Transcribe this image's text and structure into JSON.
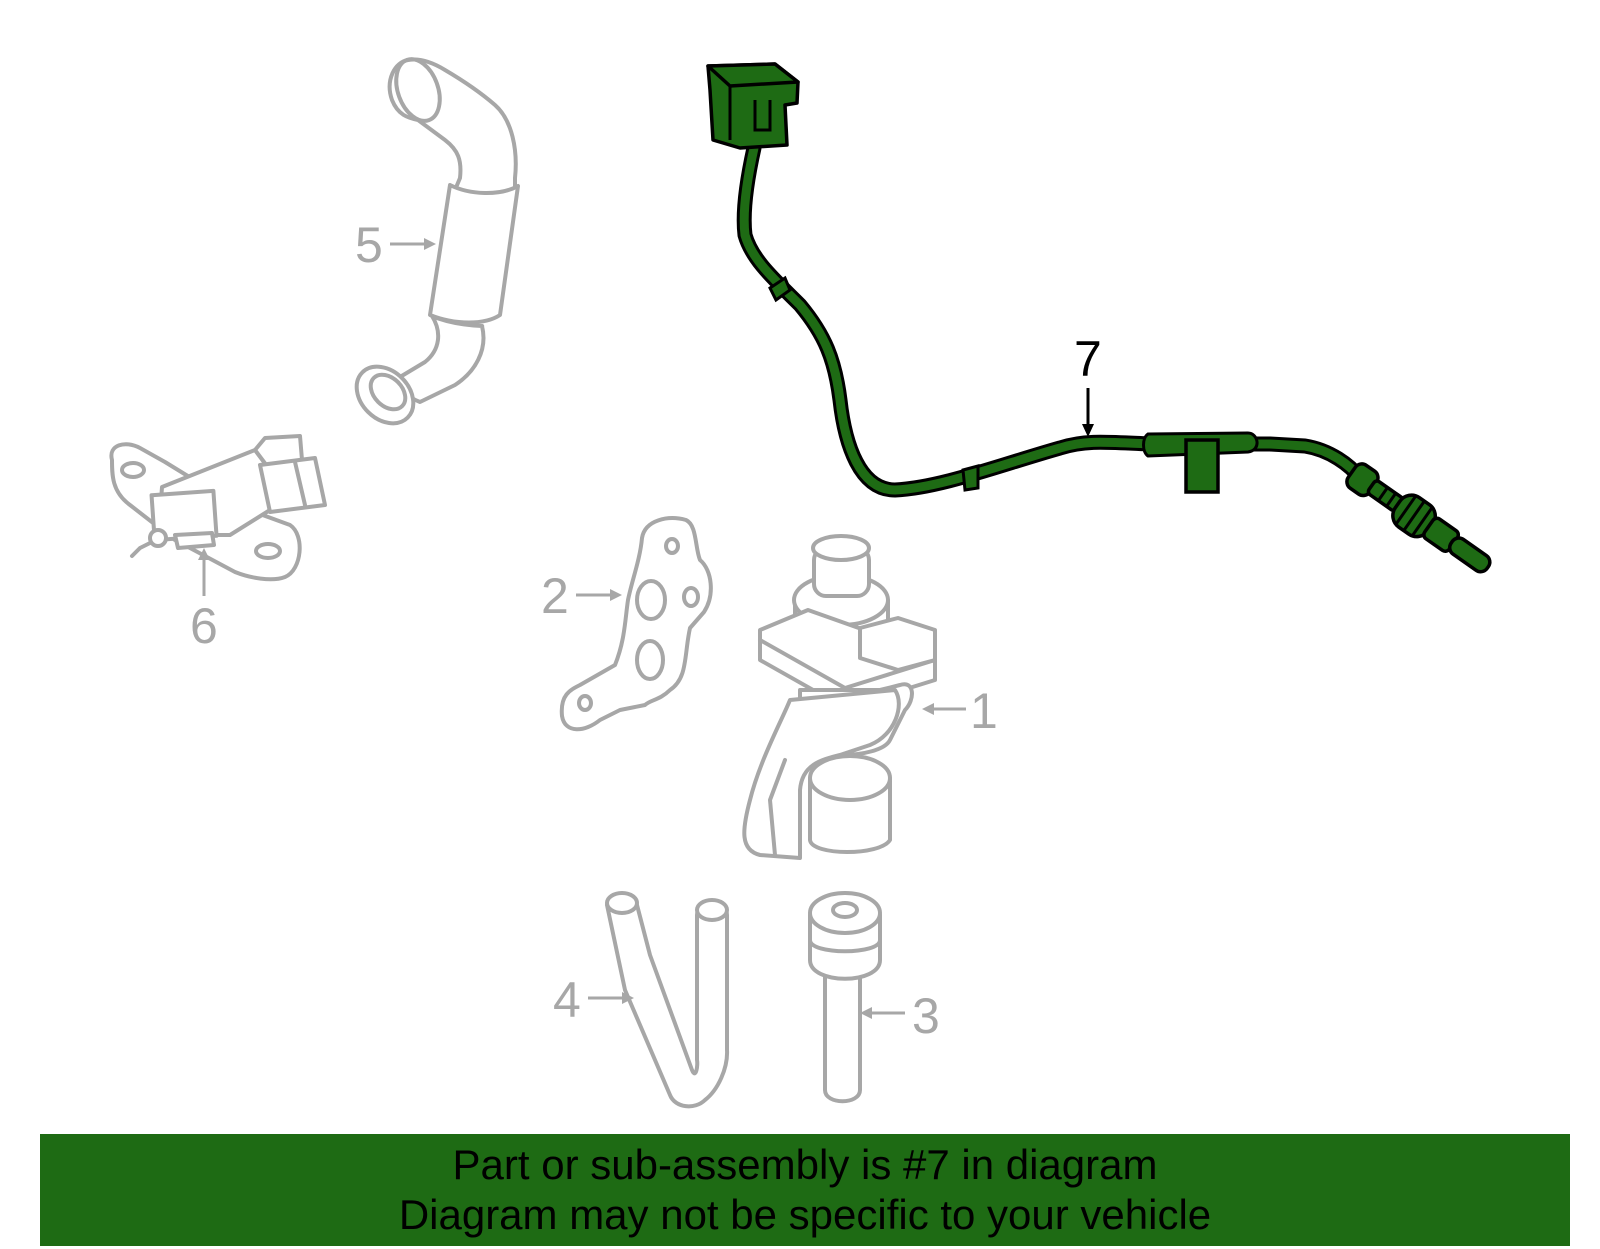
{
  "banner": {
    "line1": "Part or sub-assembly is #7 in diagram",
    "line2": "Diagram may not be specific to your vehicle"
  },
  "callouts": {
    "c1": "1",
    "c2": "2",
    "c3": "3",
    "c4": "4",
    "c5": "5",
    "c6": "6",
    "c7": "7"
  },
  "colors": {
    "highlight": "#1e6b14",
    "muted": "#a7a7a7",
    "banner": "#1e6b14"
  }
}
